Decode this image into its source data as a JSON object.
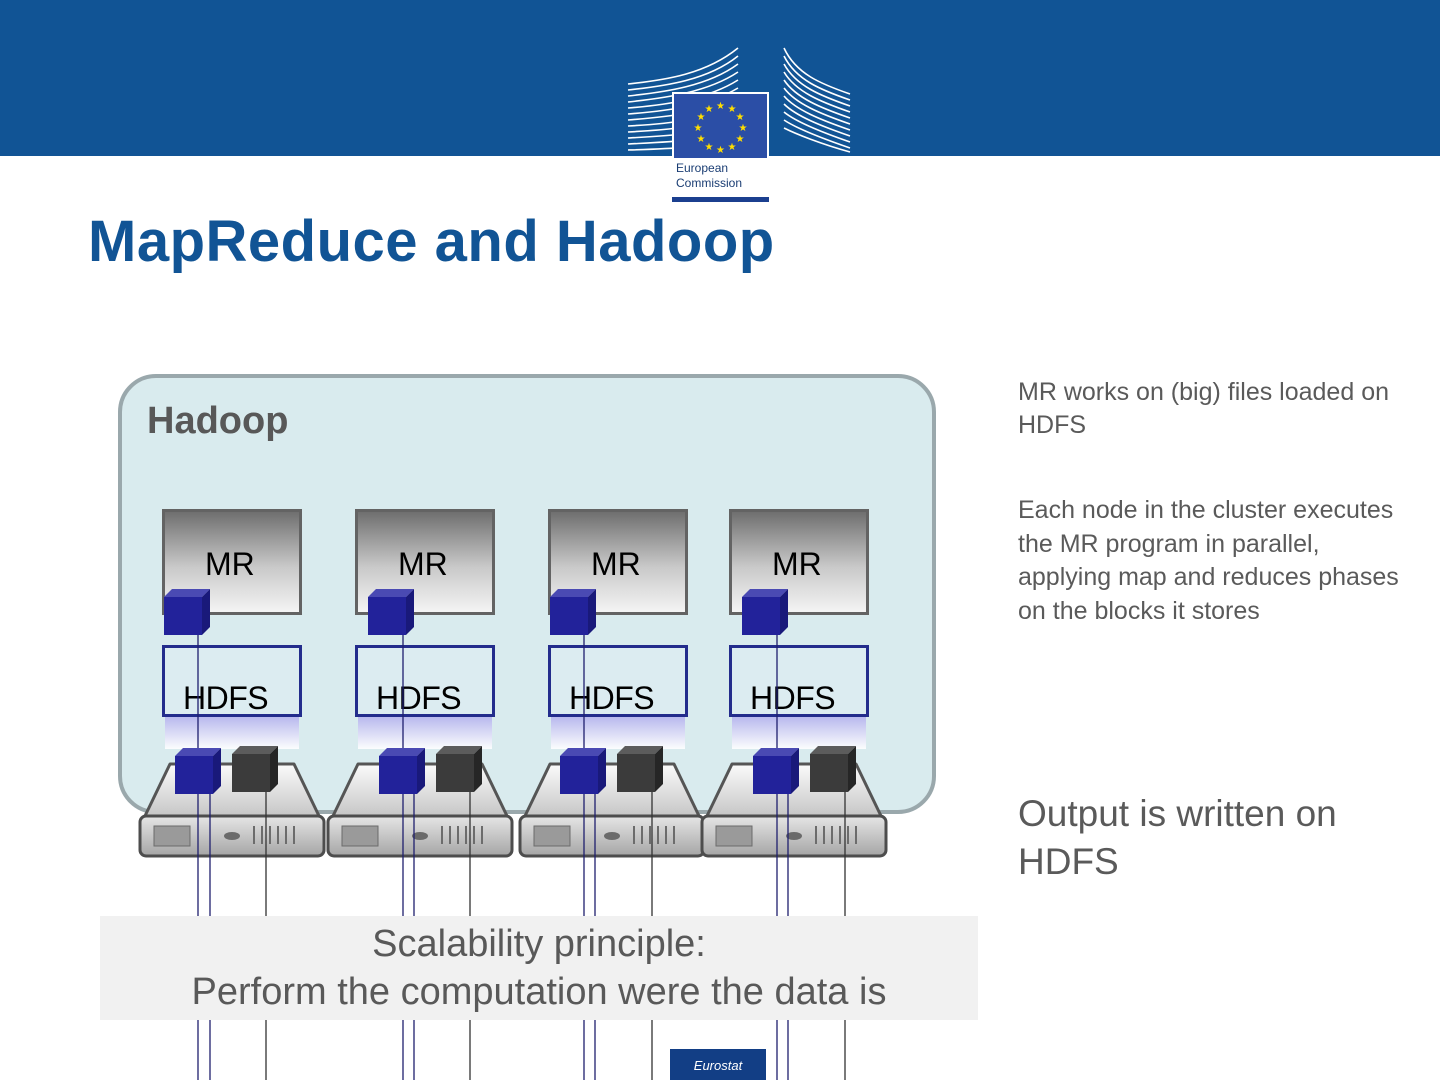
{
  "header": {
    "logo_line1": "European",
    "logo_line2": "Commission",
    "colors": {
      "band": "#115495",
      "title": "#115495"
    }
  },
  "title": "MapReduce and Hadoop",
  "diagram": {
    "container_label": "Hadoop",
    "nodes": [
      {
        "mr_label": "MR",
        "hdfs_label": "HDFS"
      },
      {
        "mr_label": "MR",
        "hdfs_label": "HDFS"
      },
      {
        "mr_label": "MR",
        "hdfs_label": "HDFS"
      },
      {
        "mr_label": "MR",
        "hdfs_label": "HDFS"
      }
    ],
    "principle_line1": "Scalability principle:",
    "principle_line2": "Perform the computation were the data is"
  },
  "side_notes": {
    "note1": "MR works on (big) files loaded on HDFS",
    "note2": "Each node in the cluster executes the MR program  in parallel, applying map  and reduces phases on the  blocks it stores",
    "note3": "Output is written on HDFS"
  },
  "footer": {
    "badge": "Eurostat"
  }
}
